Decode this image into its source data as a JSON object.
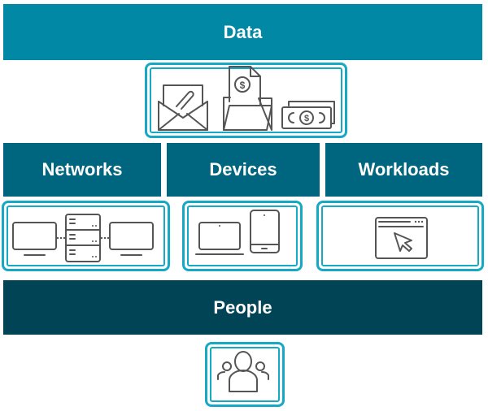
{
  "colors": {
    "data_bar": "#0088a4",
    "middle_bars": "#006680",
    "people_bar": "#004456",
    "frame": "#16a9c4",
    "icon_stroke": "#555555"
  },
  "layers": {
    "data": {
      "label": "Data",
      "icons": [
        "envelope-paperclip-icon",
        "folder-invoice-icon",
        "cash-icon"
      ]
    },
    "networks": {
      "label": "Networks",
      "icons": [
        "monitor-icon",
        "server-rack-icon",
        "monitor-icon"
      ]
    },
    "devices": {
      "label": "Devices",
      "icons": [
        "laptop-icon",
        "tablet-icon"
      ]
    },
    "workloads": {
      "label": "Workloads",
      "icons": [
        "browser-window-cursor-icon"
      ]
    },
    "people": {
      "label": "People",
      "icons": [
        "user-group-icon"
      ]
    }
  }
}
